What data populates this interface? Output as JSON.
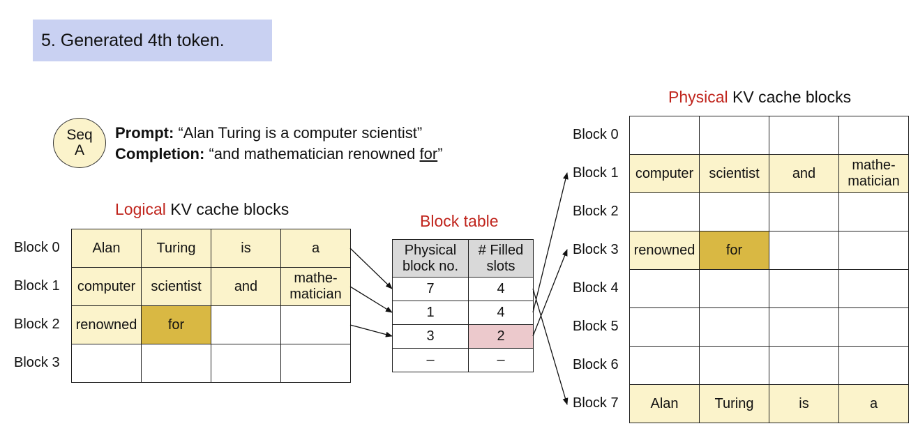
{
  "title": "5. Generated 4th token.",
  "sequence": {
    "label_line1": "Seq",
    "label_line2": "A",
    "prompt_label": "Prompt:",
    "prompt_text": "“Alan Turing is a computer scientist”",
    "completion_label": "Completion:",
    "completion_text": "“and mathematician renowned ",
    "completion_new_token": "for",
    "completion_end": "”"
  },
  "logical": {
    "title_highlight": "Logical",
    "title_rest": " KV cache blocks",
    "row_labels": [
      "Block 0",
      "Block 1",
      "Block 2",
      "Block 3"
    ],
    "rows": [
      [
        "Alan",
        "Turing",
        "is",
        "a"
      ],
      [
        "computer",
        "scientist",
        "and",
        "mathe-\nmatician"
      ],
      [
        "renowned",
        "for",
        "",
        ""
      ],
      [
        "",
        "",
        "",
        ""
      ]
    ]
  },
  "block_table": {
    "title": "Block table",
    "headers": [
      "Physical block no.",
      "# Filled slots"
    ],
    "header_col0_line1": "Physical",
    "header_col0_line2": "block no.",
    "header_col1_line1": "# Filled",
    "header_col1_line2": "slots",
    "rows": [
      [
        "7",
        "4"
      ],
      [
        "1",
        "4"
      ],
      [
        "3",
        "2"
      ],
      [
        "–",
        "–"
      ]
    ]
  },
  "physical": {
    "title_highlight": "Physical",
    "title_rest": " KV cache blocks",
    "row_labels": [
      "Block 0",
      "Block 1",
      "Block 2",
      "Block 3",
      "Block 4",
      "Block 5",
      "Block 6",
      "Block 7"
    ],
    "rows": [
      [
        "",
        "",
        "",
        ""
      ],
      [
        "computer",
        "scientist",
        "and",
        "mathe-\nmatician"
      ],
      [
        "",
        "",
        "",
        ""
      ],
      [
        "renowned",
        "for",
        "",
        ""
      ],
      [
        "",
        "",
        "",
        ""
      ],
      [
        "",
        "",
        "",
        ""
      ],
      [
        "",
        "",
        "",
        ""
      ],
      [
        "Alan",
        "Turing",
        "is",
        "a"
      ]
    ]
  },
  "colors": {
    "title_bg": "#c9d1f2",
    "filled_cell": "#fbf3cb",
    "new_token_cell": "#d9b843",
    "header_cell": "#d9d9d9",
    "updated_count_cell": "#ecc9cc",
    "accent_red": "#c0251d"
  }
}
